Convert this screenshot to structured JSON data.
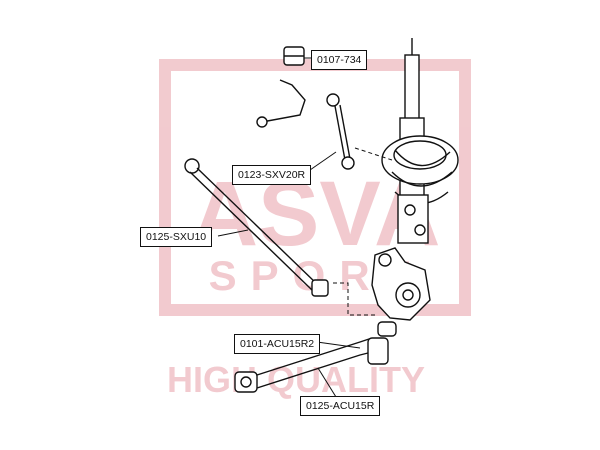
{
  "watermark": {
    "brand": "ASVA",
    "sub": "SPORT",
    "tagline": "HIGH QUALITY",
    "color": "#e8a0a8"
  },
  "callouts": [
    {
      "id": "c1",
      "label": "0107-734"
    },
    {
      "id": "c2",
      "label": "0123-SXV20R"
    },
    {
      "id": "c3",
      "label": "0125-SXU10"
    },
    {
      "id": "c4",
      "label": "0101-ACU15R2"
    },
    {
      "id": "c5",
      "label": "0125-ACU15R"
    }
  ]
}
